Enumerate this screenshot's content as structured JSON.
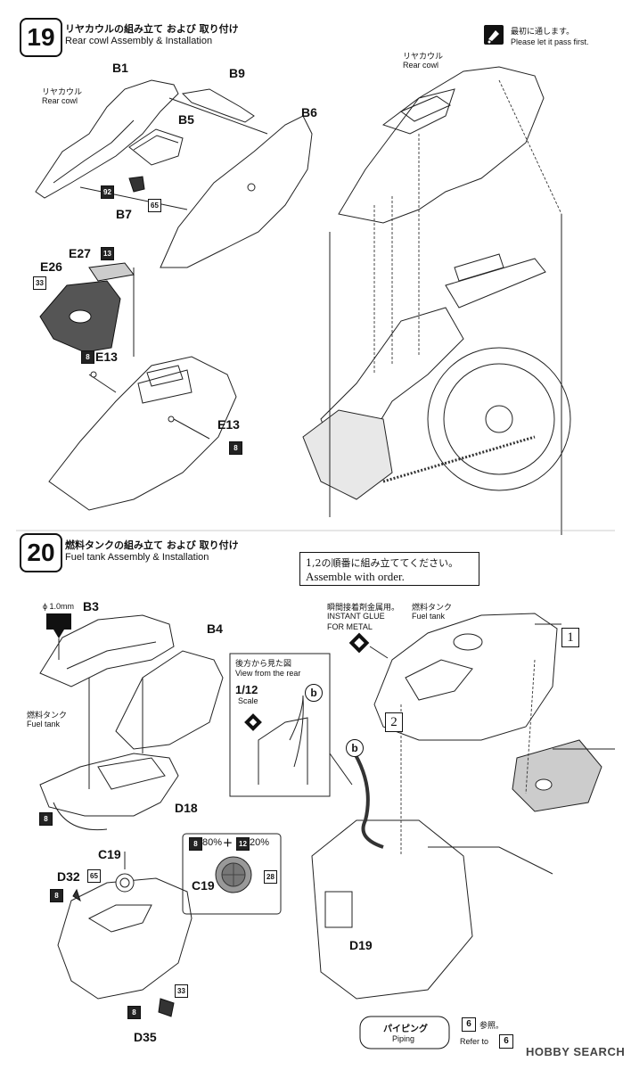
{
  "step19": {
    "number": "19",
    "title_jp": "リヤカウルの組み立て および 取り付け",
    "title_en": "Rear cowl Assembly & Installation",
    "note_jp": "最初に通します。",
    "note_en": "Please let it pass first.",
    "rear_cowl_jp": "リヤカウル",
    "rear_cowl_en": "Rear cowl",
    "rear_cowl_jp_2": "リヤカウル",
    "rear_cowl_en_2": "Rear cowl",
    "parts": {
      "b1": "B1",
      "b9": "B9",
      "b5": "B5",
      "b6": "B6",
      "b7": "B7",
      "e27": "E27",
      "e26": "E26",
      "e13a": "E13",
      "e13b": "E13"
    },
    "paints": {
      "p92": "92",
      "p65": "65",
      "p13": "13",
      "p33": "33",
      "p8a": "8",
      "p8b": "8"
    }
  },
  "step20": {
    "number": "20",
    "title_jp": "燃料タンクの組み立て および 取り付け",
    "title_en": "Fuel tank Assembly & Installation",
    "order_jp": "1,2の順番に組み立ててください。",
    "order_en": "Assemble with order.",
    "diameter": "ϕ 1.0mm",
    "glue_jp": "瞬間接着剤金属用。",
    "glue_en_1": "INSTANT GLUE",
    "glue_en_2": "FOR METAL",
    "fuel_tank_jp": "燃料タンク",
    "fuel_tank_en": "Fuel tank",
    "fuel_tank_jp_2": "燃料タンク",
    "fuel_tank_en_2": "Fuel tank",
    "rear_view_jp": "後方から見た図",
    "rear_view_en": "View from the rear",
    "scale_value": "1/12",
    "scale_label": "Scale",
    "mix_pct_1": "80%",
    "mix_plus": "＋",
    "mix_pct_2": "20%",
    "order_1": "1",
    "order_2": "2",
    "b_label_1": "b",
    "b_label_2": "b",
    "parts": {
      "b3": "B3",
      "b4": "B4",
      "d18": "D18",
      "c19a": "C19",
      "c19b": "C19",
      "d32": "D32",
      "d35": "D35",
      "d19": "D19"
    },
    "paints": {
      "p8a": "8",
      "p8b": "8",
      "p8c": "8",
      "p8d": "8",
      "p12": "12",
      "p28": "28",
      "p65": "65",
      "p33": "33"
    }
  },
  "footer": {
    "piping_jp": "パイピング",
    "piping_en": "Piping",
    "ref_num": "6",
    "ref_jp": "参照。",
    "refer_to": "Refer to",
    "refer_num": "6",
    "watermark": "HOBBY SEARCH"
  }
}
